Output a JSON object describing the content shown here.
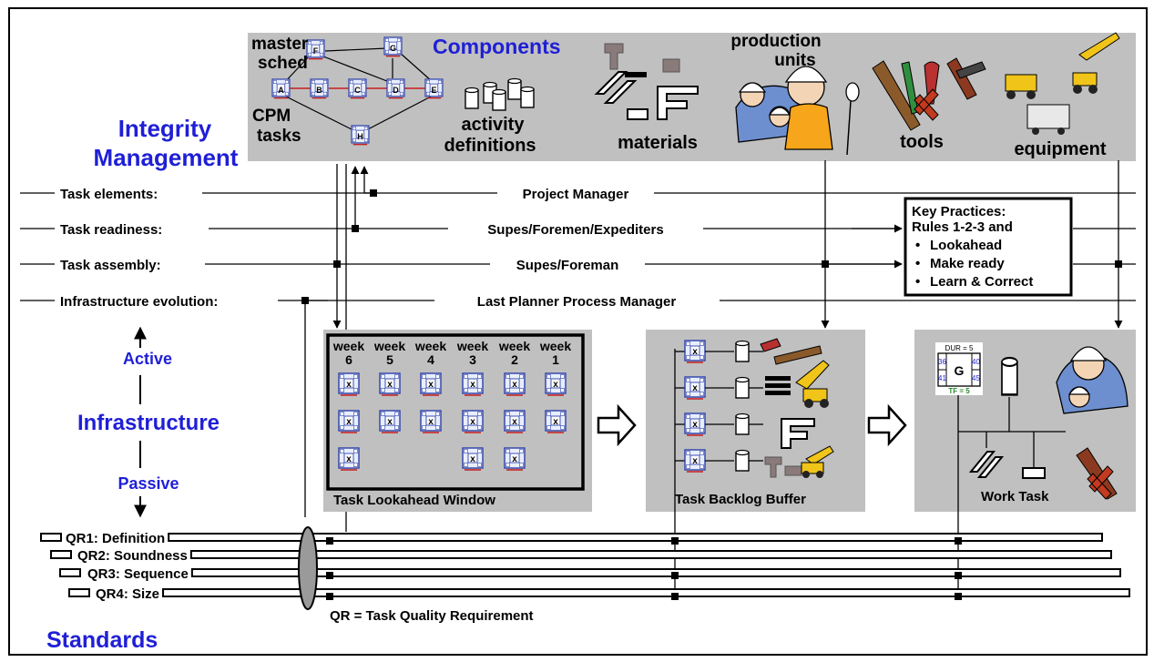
{
  "heading": {
    "line1": "Integrity",
    "line2": "Management"
  },
  "components": {
    "title": "Components",
    "master_sched": [
      "master",
      "sched"
    ],
    "cpm_tasks": [
      "CPM",
      "tasks"
    ],
    "activity_definitions": [
      "activity",
      "definitions"
    ],
    "materials": "materials",
    "production_units": [
      "production",
      "units"
    ],
    "tools": "tools",
    "equipment": "equipment"
  },
  "layers": [
    {
      "label": "Task elements:",
      "owner": "Project Manager"
    },
    {
      "label": "Task readiness:",
      "owner": "Supes/Foremen/Expediters"
    },
    {
      "label": "Task assembly:",
      "owner": "Supes/Foreman"
    },
    {
      "label": "Infrastructure evolution:",
      "owner": "Last Planner Process Manager"
    }
  ],
  "key_practices": {
    "title": [
      "Key Practices:",
      "Rules 1-2-3 and"
    ],
    "items": [
      "Lookahead",
      "Make ready",
      "Learn & Correct"
    ]
  },
  "infrastructure": {
    "active": "Active",
    "title": "Infrastructure",
    "passive": "Passive"
  },
  "lookahead": {
    "weeks": [
      {
        "label": "week",
        "num": "6"
      },
      {
        "label": "week",
        "num": "5"
      },
      {
        "label": "week",
        "num": "4"
      },
      {
        "label": "week",
        "num": "3"
      },
      {
        "label": "week",
        "num": "2"
      },
      {
        "label": "week",
        "num": "1"
      }
    ],
    "title": "Task Lookahead Window",
    "task_mark": "x"
  },
  "backlog": {
    "title": "Task Backlog Buffer"
  },
  "work_task": {
    "title": "Work Task",
    "node": {
      "dur": "DUR = 5",
      "es": "36",
      "ef": "40",
      "ls": "41",
      "lf": "45",
      "name": "G",
      "tf": "TF = 5"
    }
  },
  "standards": {
    "rows": [
      "QR1: Definition",
      "QR2: Soundness",
      "QR3: Sequence",
      "QR4: Size"
    ],
    "note": "QR = Task Quality Requirement",
    "title": "Standards"
  },
  "network_nodes": [
    "F",
    "G",
    "A",
    "B",
    "C",
    "D",
    "E",
    "H"
  ],
  "colors": {
    "accent_blue": "#1f1fd6",
    "panel_gray": "#c0c0c0",
    "node_green": "#2a8a2a",
    "node_red": "#c81e1e"
  }
}
